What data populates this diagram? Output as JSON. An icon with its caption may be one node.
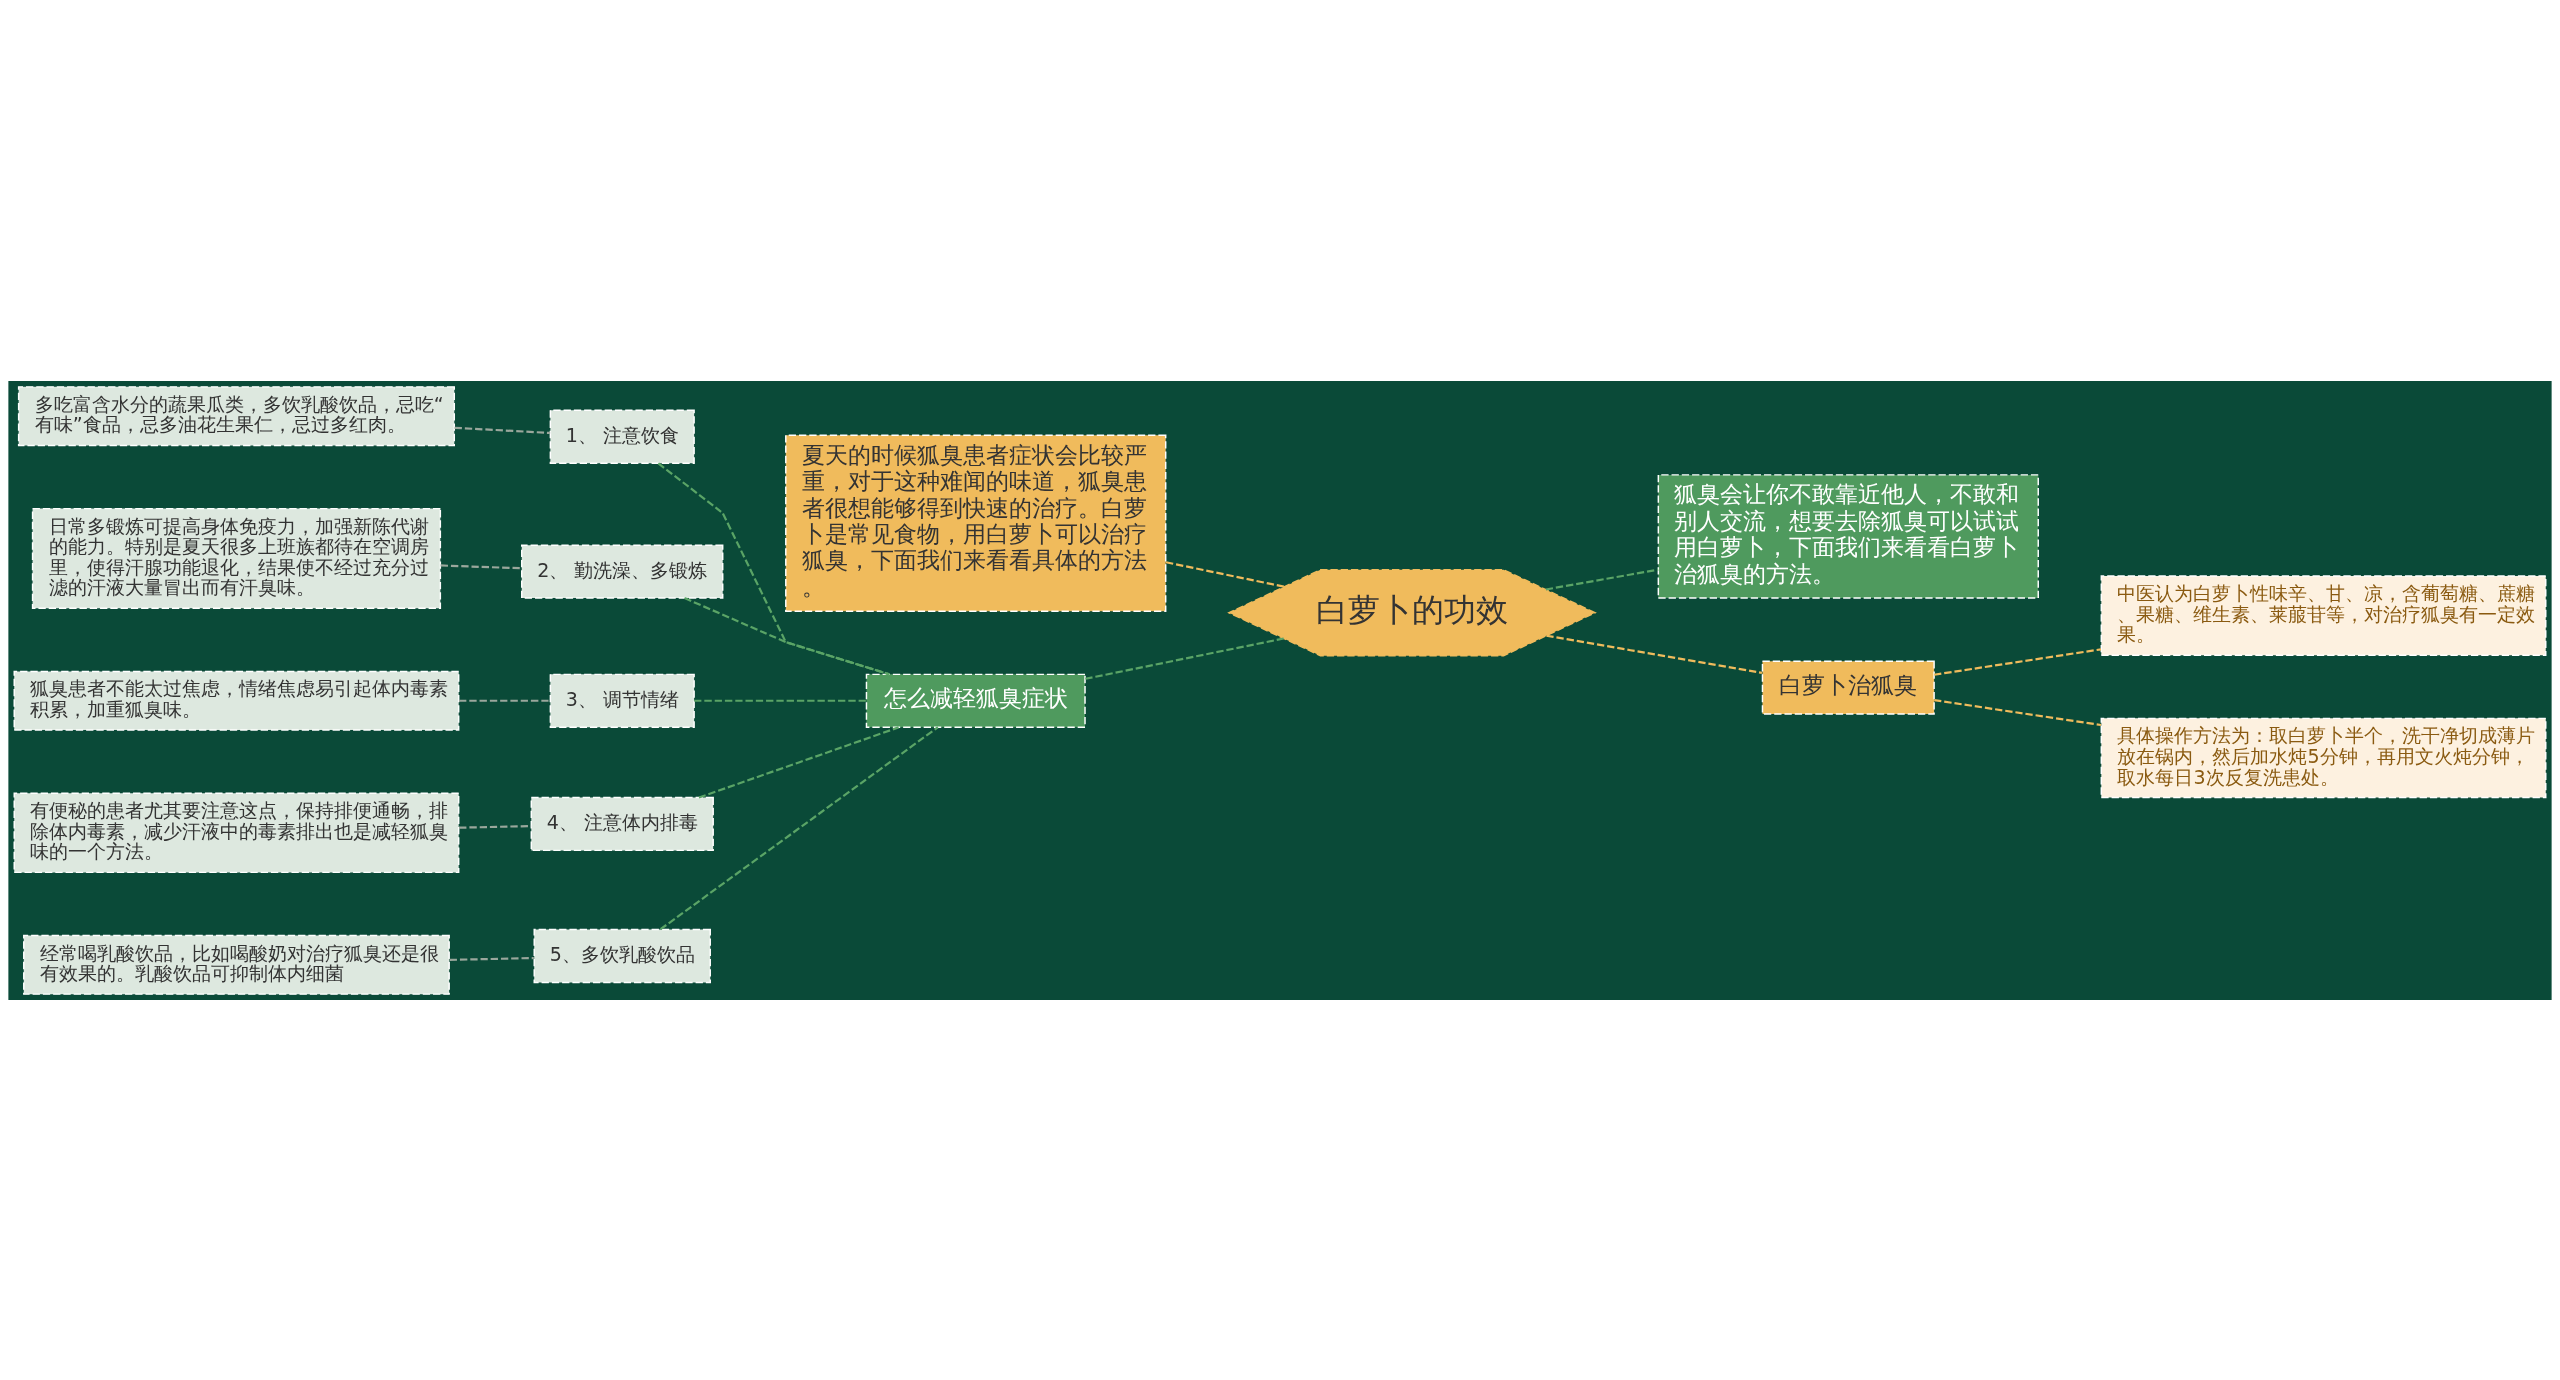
{
  "diagram": {
    "nodes": [
      {
        "text": [
          "白萝卜的功效"
        ]
      },
      {
        "text": [
          "夏天的时候狐臭患者症状会比较严重，对于这种难闻的味道，狐臭患者很想能够得到快速的治疗。白萝卜是常见食物，用白萝卜可以治疗狐臭，下面我们来看看具体的方法。"
        ]
      },
      {
        "text": [
          "怎么减轻狐臭症状"
        ]
      },
      {
        "text": [
          "1、 注意饮食"
        ]
      },
      {
        "text": [
          "多吃富含水分的蔬果瓜类，多饮乳酸饮品，忌吃“有味”食品，忌多油花生果仁，忌过多红肉。"
        ]
      },
      {
        "text": [
          "2、 勤洗澡、多锻炼"
        ]
      },
      {
        "text": [
          "日常多锻炼可提高身体免疫力，加强新陈代谢的能力。特别是夏天很多上班族都待在空调房里，使得汗腺功能退化，结果使不经过充分过滤的汗液大量冒出而有汗臭味。"
        ]
      },
      {
        "text": [
          "3、 调节情绪"
        ]
      },
      {
        "text": [
          "狐臭患者不能太过焦虑，情绪焦虑易引起体内毒素积累，加重狐臭味。"
        ]
      },
      {
        "text": [
          "4、 注意体内排毒"
        ]
      },
      {
        "text": [
          "有便秘的患者尤其要注意这点，保持排便通畅，排除体内毒素，减少汗液中的毒素排出也是减轻狐臭味的一个方法。"
        ]
      },
      {
        "text": [
          "5、多饮乳酸饮品"
        ]
      },
      {
        "text": [
          "经常喝乳酸饮品，比如喝酸奶对治疗狐臭还是很有效果的。乳酸饮品可抑制体内细菌"
        ]
      },
      {
        "text": [
          "狐臭会让你不敢靠近他人，不敢和别人交流，想要去除狐臭可以试试用白萝卜，下面我们来看看白萝卜治狐臭的方法。"
        ]
      },
      {
        "text": [
          "白萝卜治狐臭"
        ]
      },
      {
        "text": [
          "中医认为白萝卜性味辛、甘、凉，含葡萄糖、蔗糖、果糖、维生素、莱菔苷等，对治疗狐臭有一定效果。"
        ]
      },
      {
        "text": [
          "具体操作方法为：取白萝卜半个，洗干净切成薄片放在锅内，然后加水炖5分钟，再用文火炖分钟，取水每日3次反复洗患处。"
        ]
      }
    ],
    "edges": [
      {
        "from": 0,
        "to": 1,
        "arrow": "none",
        "style": "dashed",
        "color": "#f0bb5c"
      },
      {
        "from": 0,
        "to": 2,
        "arrow": "none",
        "style": "dashed"
      },
      {
        "from": 2,
        "to": 3,
        "arrow": "none",
        "style": "dashed"
      },
      {
        "from": 3,
        "to": 4,
        "arrow": "none",
        "style": "dashed",
        "color": "#9aa79c"
      },
      {
        "from": 2,
        "to": 5,
        "arrow": "none",
        "style": "dashed"
      },
      {
        "from": 5,
        "to": 6,
        "arrow": "none",
        "style": "dashed",
        "color": "#9aa79c"
      },
      {
        "from": 2,
        "to": 7,
        "arrow": "none",
        "style": "dashed"
      },
      {
        "from": 7,
        "to": 8,
        "arrow": "none",
        "style": "dashed",
        "color": "#9aa79c"
      },
      {
        "from": 2,
        "to": 9,
        "arrow": "none",
        "style": "dashed"
      },
      {
        "from": 9,
        "to": 10,
        "arrow": "none",
        "style": "dashed",
        "color": "#9aa79c"
      },
      {
        "from": 2,
        "to": 11,
        "arrow": "none",
        "style": "dashed"
      },
      {
        "from": 11,
        "to": 12,
        "arrow": "none",
        "style": "dashed",
        "color": "#9aa79c"
      },
      {
        "from": 0,
        "to": 13,
        "arrow": "none",
        "style": "dashed"
      },
      {
        "from": 0,
        "to": 14,
        "arrow": "none",
        "style": "dashed",
        "color": "#f0bb5c"
      },
      {
        "from": 14,
        "to": 15,
        "arrow": "none",
        "style": "dashed",
        "color": "#f0bb5c"
      },
      {
        "from": 14,
        "to": 16,
        "arrow": "none",
        "style": "dashed",
        "color": "#f0bb5c"
      }
    ]
  }
}
